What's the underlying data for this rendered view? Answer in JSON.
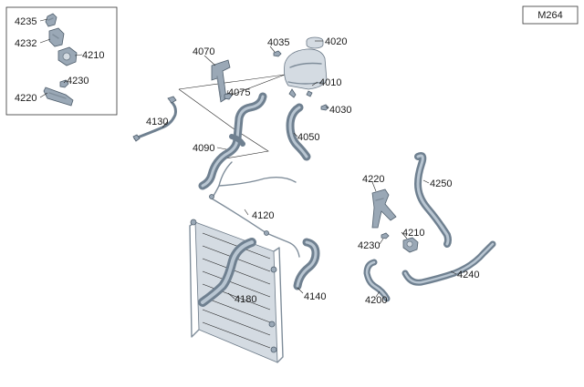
{
  "diagram_code": "M264",
  "inset_labels": {
    "l4235": "4235",
    "l4232": "4232",
    "l4210": "4210",
    "l4230": "4230",
    "l4220": "4220"
  },
  "labels": {
    "l4070": "4070",
    "l4035": "4035",
    "l4020": "4020",
    "l4010": "4010",
    "l4075": "4075",
    "l4030": "4030",
    "l4130": "4130",
    "l4050": "4050",
    "l4090": "4090",
    "l4120": "4120",
    "l4220": "4220",
    "l4250": "4250",
    "l4210": "4210",
    "l4230": "4230",
    "l4240": "4240",
    "l4180": "4180",
    "l4140": "4140",
    "l4200": "4200"
  }
}
